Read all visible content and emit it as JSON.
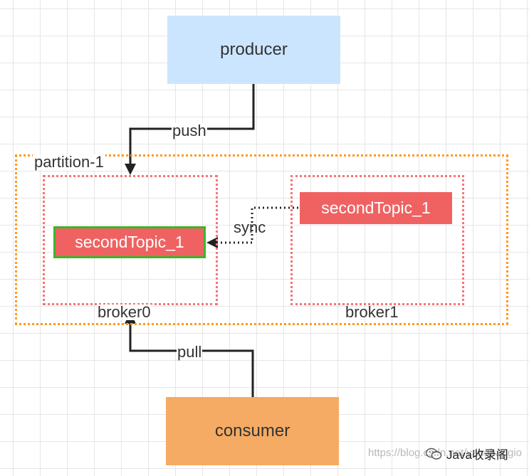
{
  "nodes": {
    "producer": "producer",
    "consumer": "consumer",
    "partition": "partition-1",
    "broker0": "broker0",
    "broker1": "broker1",
    "topic_leader": "secondTopic_1",
    "topic_follower": "secondTopic_1"
  },
  "edges": {
    "push": "push",
    "pull": "pull",
    "sync": "sync"
  },
  "watermark": {
    "site": "https://blog.csdn.net/yangbaggio",
    "wechat": "Java收录阁"
  },
  "colors": {
    "producer_fill": "#cce5ff",
    "consumer_fill": "#f5ab63",
    "partition_border": "#ff9a1f",
    "broker_border": "#f47575",
    "topic_fill": "#f06262",
    "leader_border": "#3fb32b"
  }
}
